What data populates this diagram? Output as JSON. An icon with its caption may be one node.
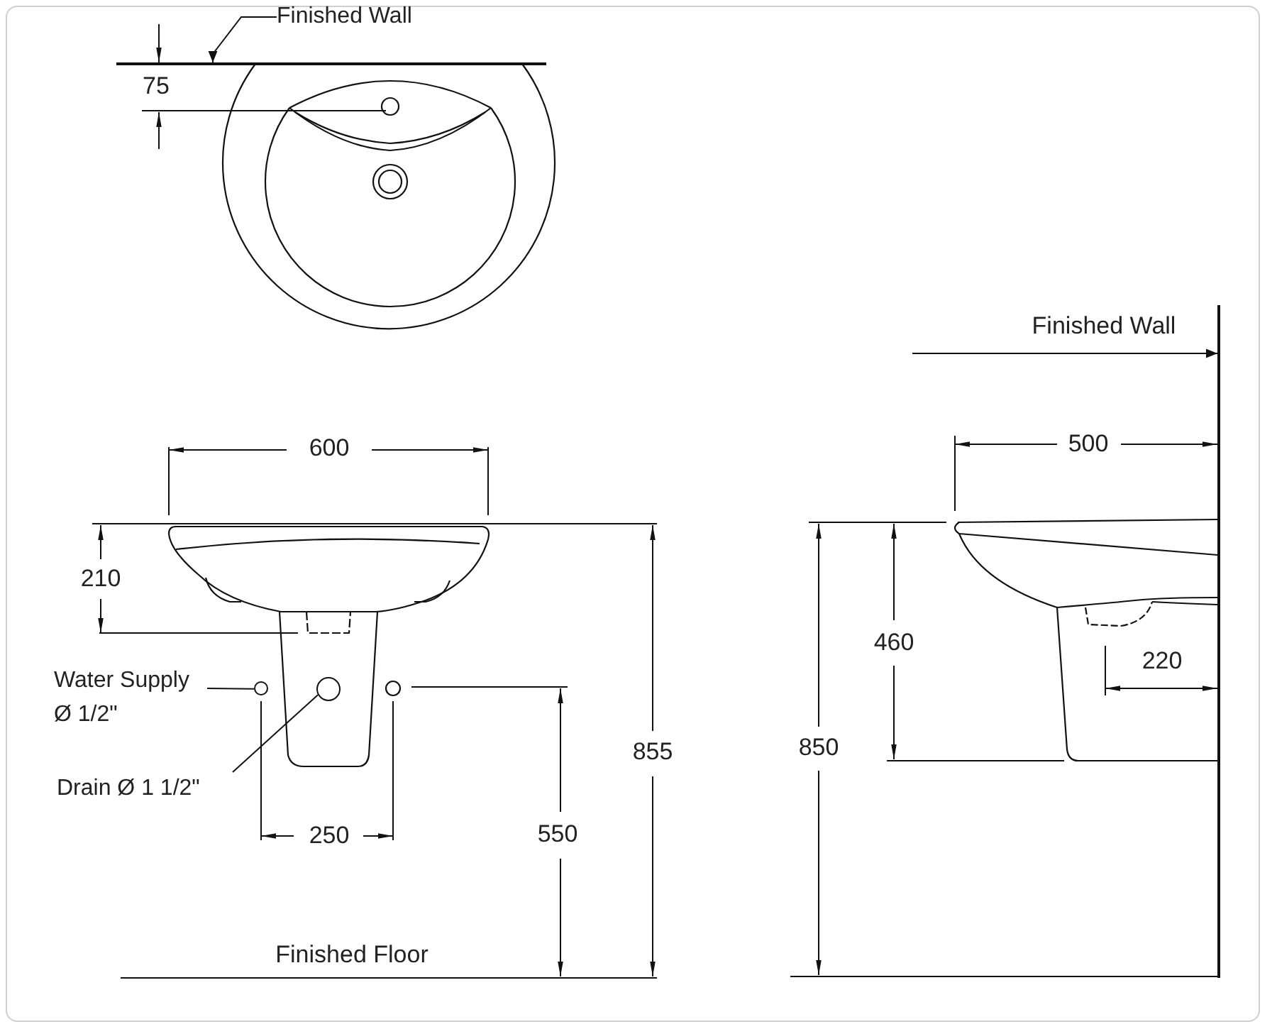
{
  "diagram": {
    "nodes": [
      {
        "text": [
          "Finished Wall"
        ]
      },
      {
        "text": [],
        "shape": "line"
      },
      {
        "text": [
          "Water Supply Ø 1/2\""
        ]
      },
      {
        "text": [],
        "shape": "circle"
      },
      {
        "text": [
          "Drain Ø 1 1/2\""
        ]
      },
      {
        "text": [],
        "shape": "circle"
      },
      {
        "text": [],
        "shape": "line"
      }
    ],
    "edges": [
      {
        "from": 0,
        "to": 1,
        "arrow": "to"
      },
      {
        "from": 2,
        "to": 3,
        "arrow": "none"
      },
      {
        "from": 4,
        "to": 5,
        "arrow": "none"
      },
      {
        "from": null,
        "to": 6,
        "arrow": "to"
      }
    ],
    "labels": [
      "75",
      "600",
      "210",
      "Finished Wall",
      "500",
      "460",
      "220",
      "850",
      "855",
      "550",
      "250",
      "Finished Floor"
    ]
  }
}
